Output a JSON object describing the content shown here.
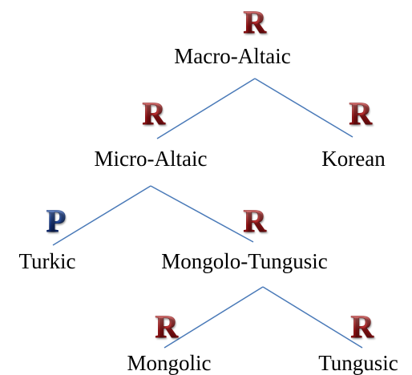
{
  "colors": {
    "edge": "#4a7ab8",
    "badge_r": "#c0181c",
    "badge_p": "#173d9a",
    "label": "#000000"
  },
  "nodes": {
    "macro_altaic": {
      "label": "Macro-Altaic",
      "badge": "R"
    },
    "micro_altaic": {
      "label": "Micro-Altaic",
      "badge": "R"
    },
    "korean": {
      "label": "Korean",
      "badge": "R"
    },
    "turkic": {
      "label": "Turkic",
      "badge": "P"
    },
    "mongolo_tungusic": {
      "label": "Mongolo-Tungusic",
      "badge": "R"
    },
    "mongolic": {
      "label": "Mongolic",
      "badge": "R"
    },
    "tungusic": {
      "label": "Tungusic",
      "badge": "R"
    }
  },
  "edges": [
    {
      "from": "macro_altaic",
      "to": "micro_altaic"
    },
    {
      "from": "macro_altaic",
      "to": "korean"
    },
    {
      "from": "micro_altaic",
      "to": "turkic"
    },
    {
      "from": "micro_altaic",
      "to": "mongolo_tungusic"
    },
    {
      "from": "mongolo_tungusic",
      "to": "mongolic"
    },
    {
      "from": "mongolo_tungusic",
      "to": "tungusic"
    }
  ]
}
